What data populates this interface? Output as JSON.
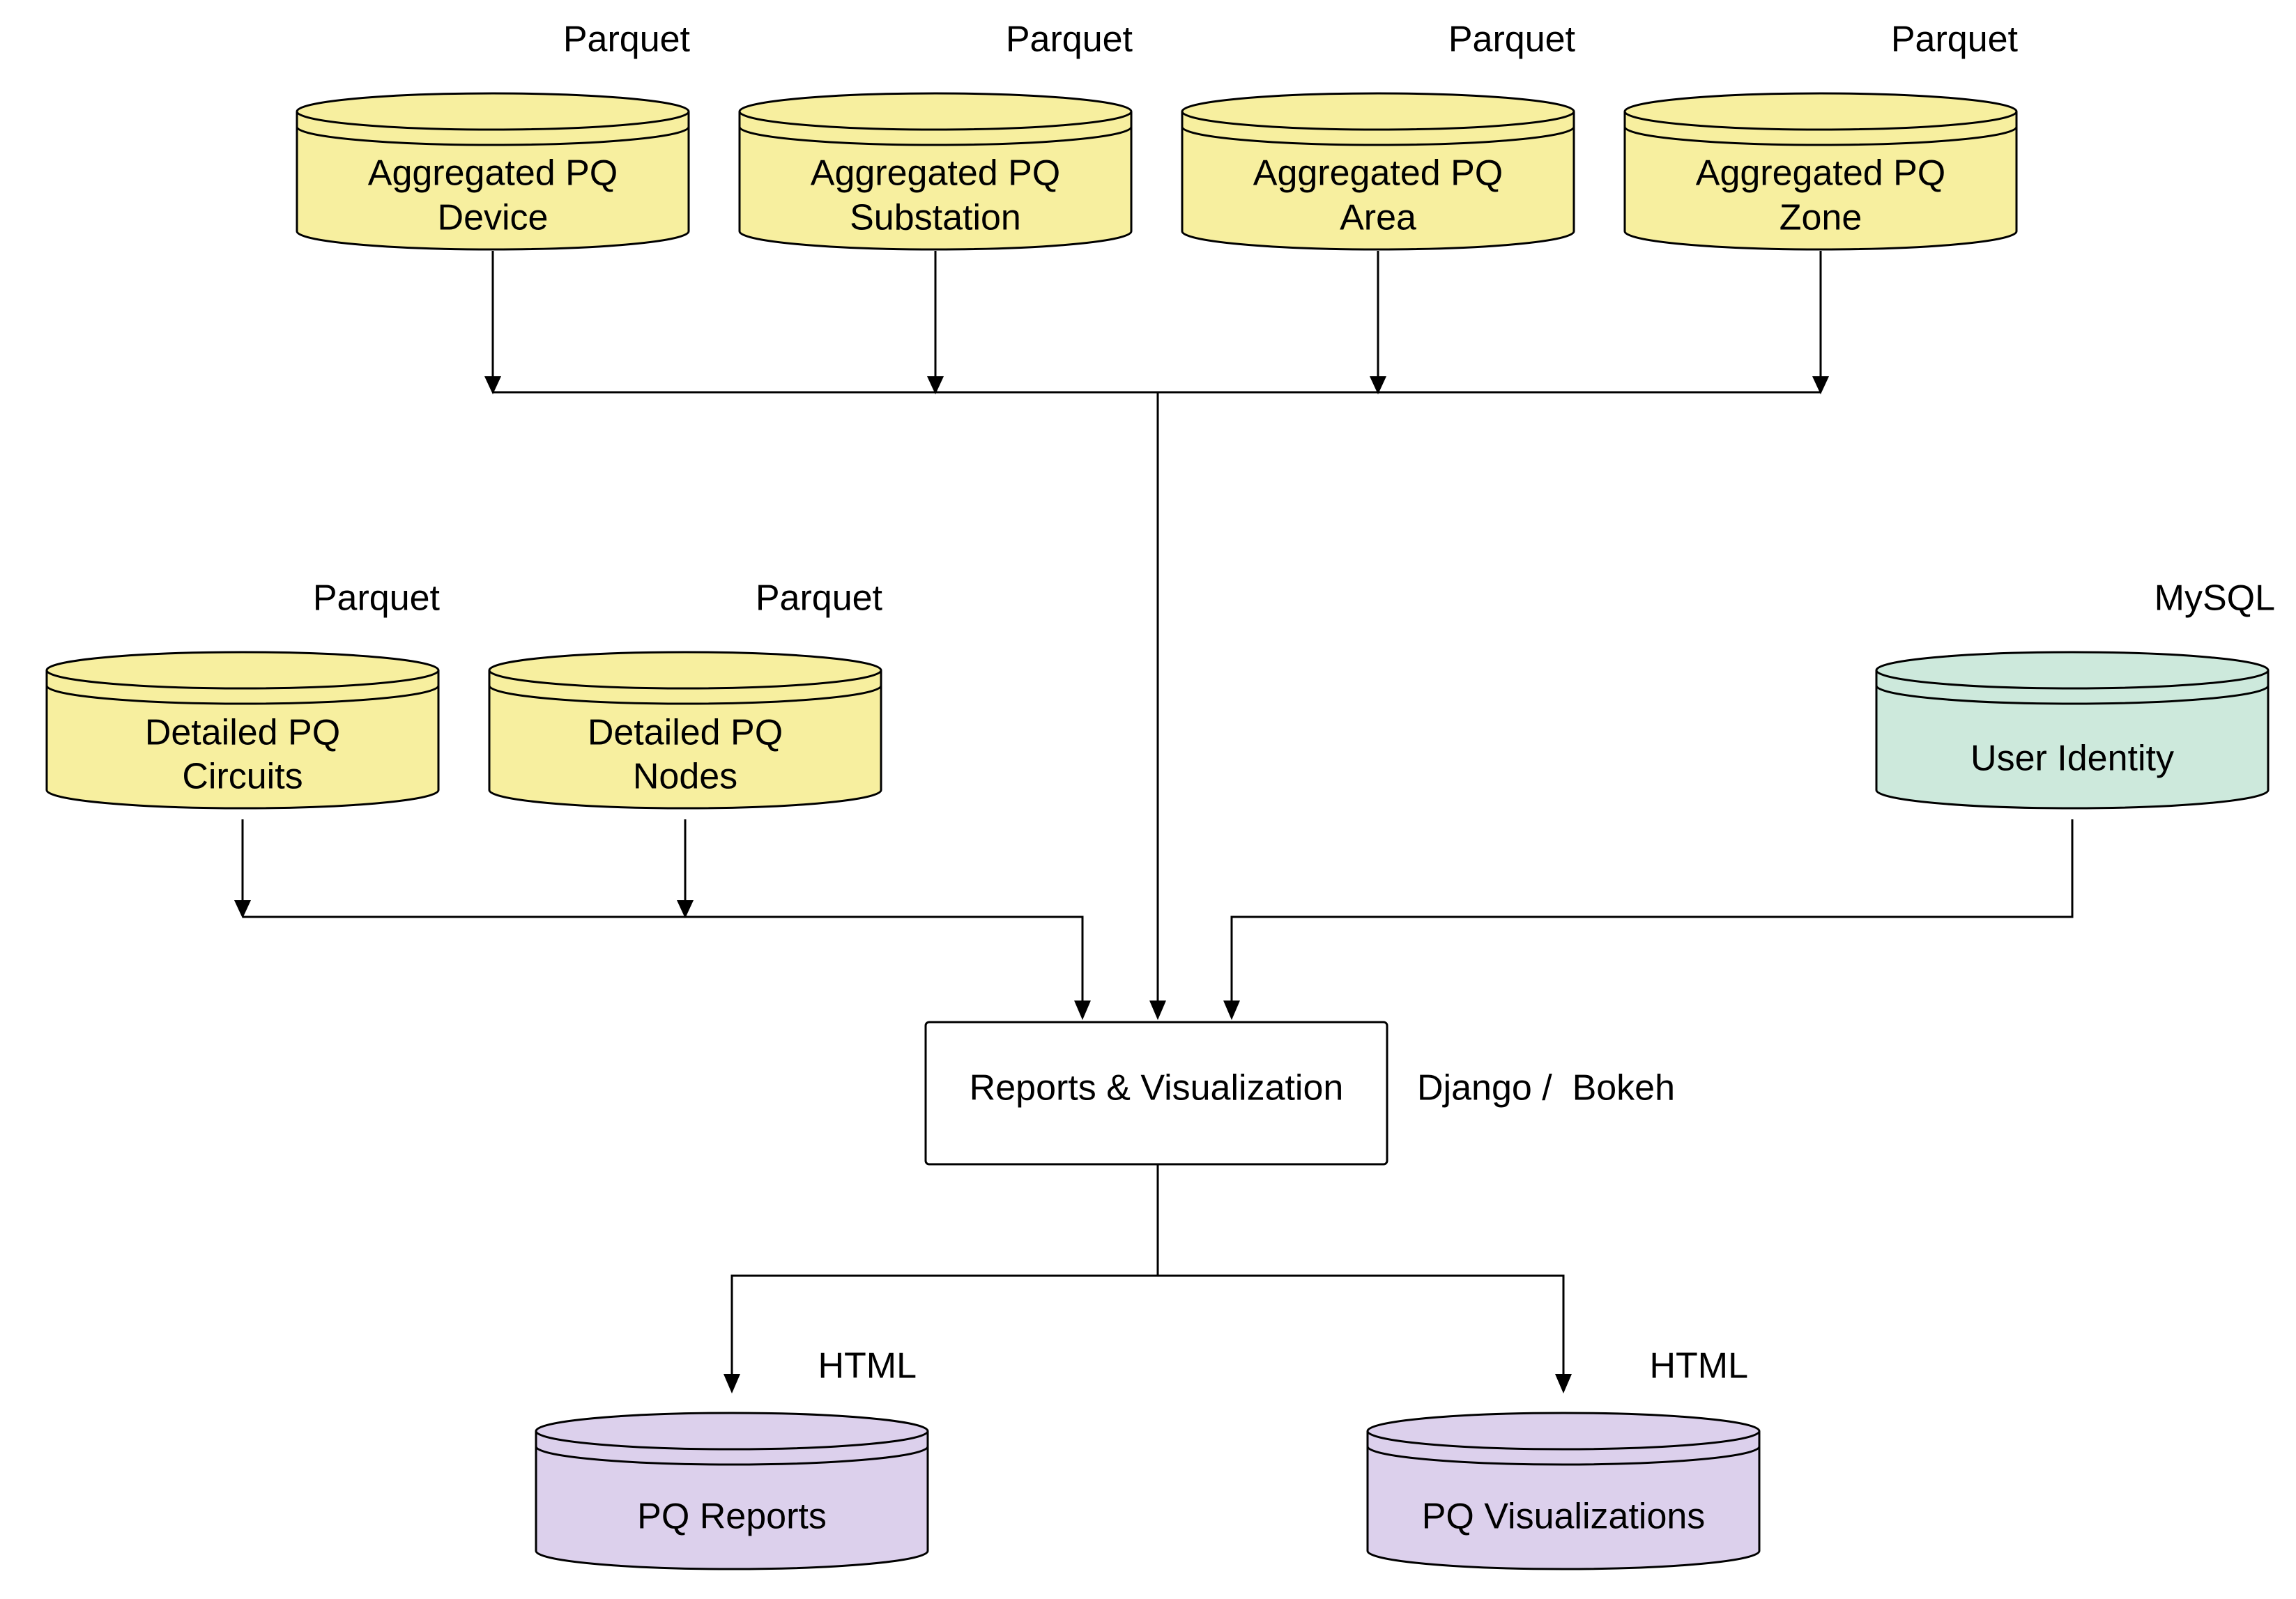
{
  "colors": {
    "aggregated_store": "#f7ef9f",
    "detailed_store": "#f7ef9f",
    "identity_store": "#cde9dc",
    "output_store": "#dcd0ec",
    "process_fill": "#ffffff",
    "stroke": "#000000"
  },
  "aggregated": [
    {
      "line1": "Aggregated PQ",
      "line2": "Device",
      "tag": "Parquet"
    },
    {
      "line1": "Aggregated PQ",
      "line2": "Substation",
      "tag": "Parquet"
    },
    {
      "line1": "Aggregated PQ",
      "line2": "Area",
      "tag": "Parquet"
    },
    {
      "line1": "Aggregated PQ",
      "line2": "Zone",
      "tag": "Parquet"
    }
  ],
  "detailed": [
    {
      "line1": "Detailed PQ",
      "line2": "Circuits",
      "tag": "Parquet"
    },
    {
      "line1": "Detailed PQ",
      "line2": "Nodes",
      "tag": "Parquet"
    }
  ],
  "identity": {
    "label": "User Identity",
    "tag": "MySQL"
  },
  "process": {
    "label": "Reports & Visualization",
    "tech": "Django /  Bokeh"
  },
  "outputs": [
    {
      "label": "PQ Reports",
      "tag": "HTML"
    },
    {
      "label": "PQ Visualizations",
      "tag": "HTML"
    }
  ]
}
